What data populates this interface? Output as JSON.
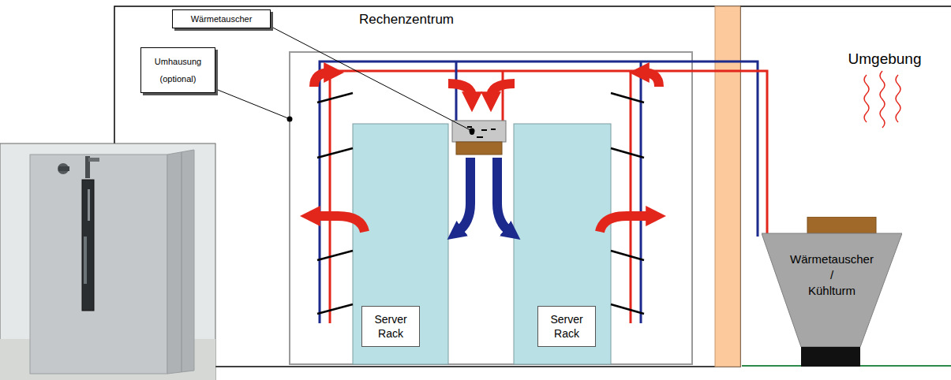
{
  "diagram": {
    "nodes": [
      {
        "text": [
          "Rechenzentrum"
        ]
      },
      {
        "text": [
          "Wärmetauscher"
        ],
        "in": 0
      },
      {
        "text": [
          "Umhausung (optional)"
        ],
        "in": 0
      },
      {
        "text": [
          "Server Rack"
        ],
        "in": 0
      },
      {
        "text": [
          "Server Rack"
        ],
        "in": 0
      },
      {
        "text": [
          "Wärmetauscher / Kühlturm"
        ]
      }
    ],
    "labels": [
      "Umgebung"
    ]
  }
}
